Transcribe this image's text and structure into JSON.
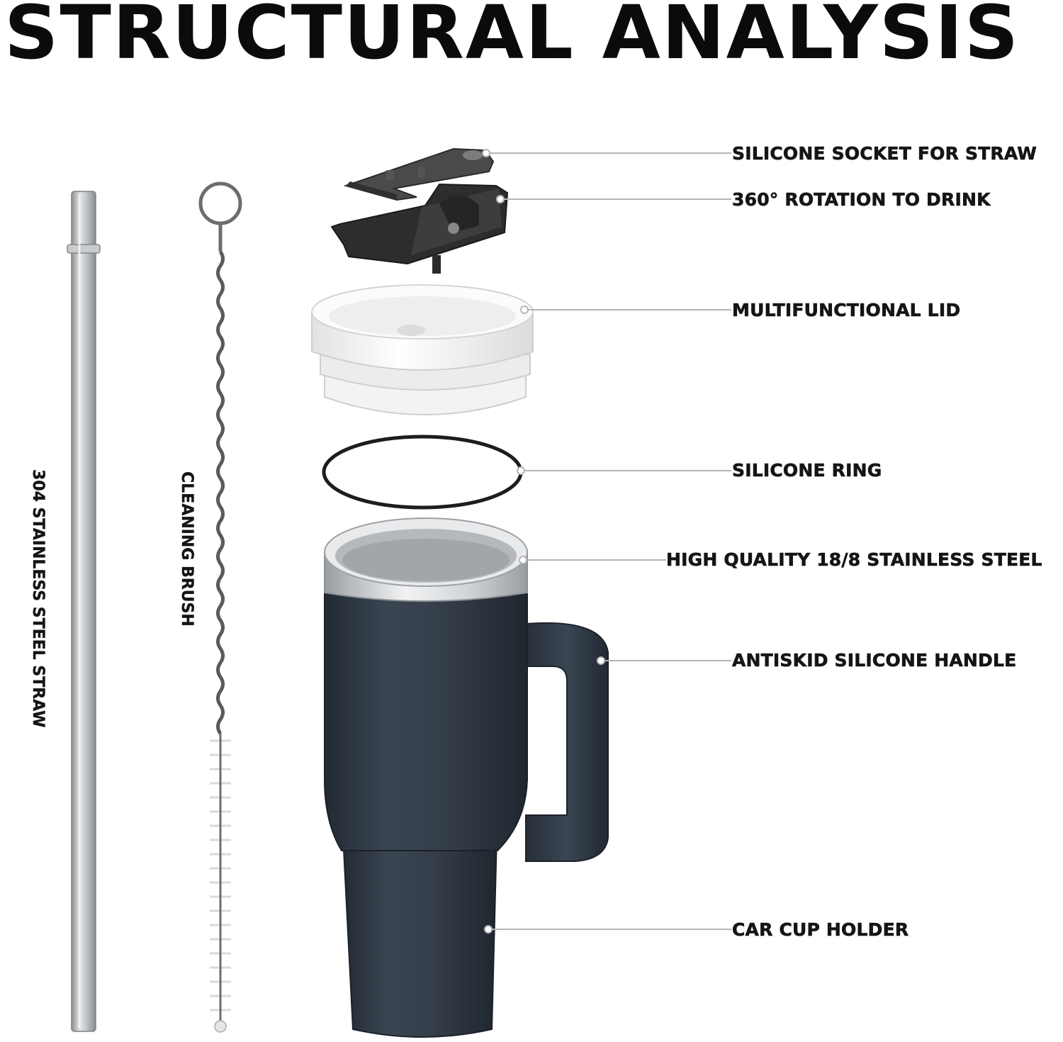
{
  "title": "STRUCTURAL ANALYSIS",
  "callouts": {
    "silicone_socket": "SILICONE SOCKET FOR STRAW",
    "rotation": "360° ROTATION TO DRINK",
    "lid": "MULTIFUNCTIONAL LID",
    "ring": "SILICONE RING",
    "steel": "HIGH QUALITY 18/8 STAINLESS STEEL",
    "handle": "ANTISKID SILICONE HANDLE",
    "holder": "CAR CUP HOLDER"
  },
  "vertical_labels": {
    "straw": "304 STAINLESS STEEL STRAW",
    "brush": "CLEANING BRUSH"
  },
  "colors": {
    "tumbler_body": "#2f3844",
    "lid_white": "#f4f4f4",
    "straw_silver": "#b9bcbf",
    "parts_dark": "#3b3b3b",
    "leader_line": "#b5b5b5"
  }
}
